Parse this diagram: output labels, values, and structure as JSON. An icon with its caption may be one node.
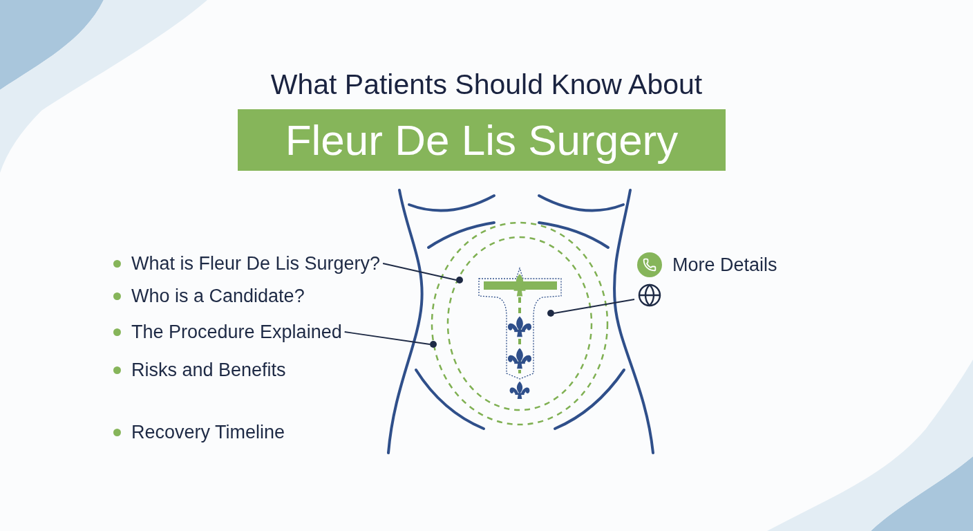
{
  "diagram": {
    "title": "What Patients Should Know About",
    "nodes": [
      {
        "text": [
          "Fleur De Lis Surgery"
        ]
      },
      {
        "text": [
          "What is Fleur De Lis Surgery?"
        ]
      },
      {
        "text": [
          "The Procedure Explained"
        ]
      },
      {
        "text": [],
        "shape": "picture"
      },
      {
        "text": [],
        "shape": "circle"
      },
      {
        "text": [],
        "shape": "circle"
      },
      {
        "text": [],
        "shape": "circle"
      }
    ],
    "edges": [
      {
        "from": 1,
        "to": 4,
        "arrow": "none"
      },
      {
        "from": 2,
        "to": 5,
        "arrow": "none"
      },
      {
        "from": 3,
        "to": 6,
        "arrow": "none"
      }
    ],
    "labels": [
      "Who is a Candidate?",
      "Risks and Benefits",
      "Recovery Timeline",
      "More Details"
    ]
  }
}
